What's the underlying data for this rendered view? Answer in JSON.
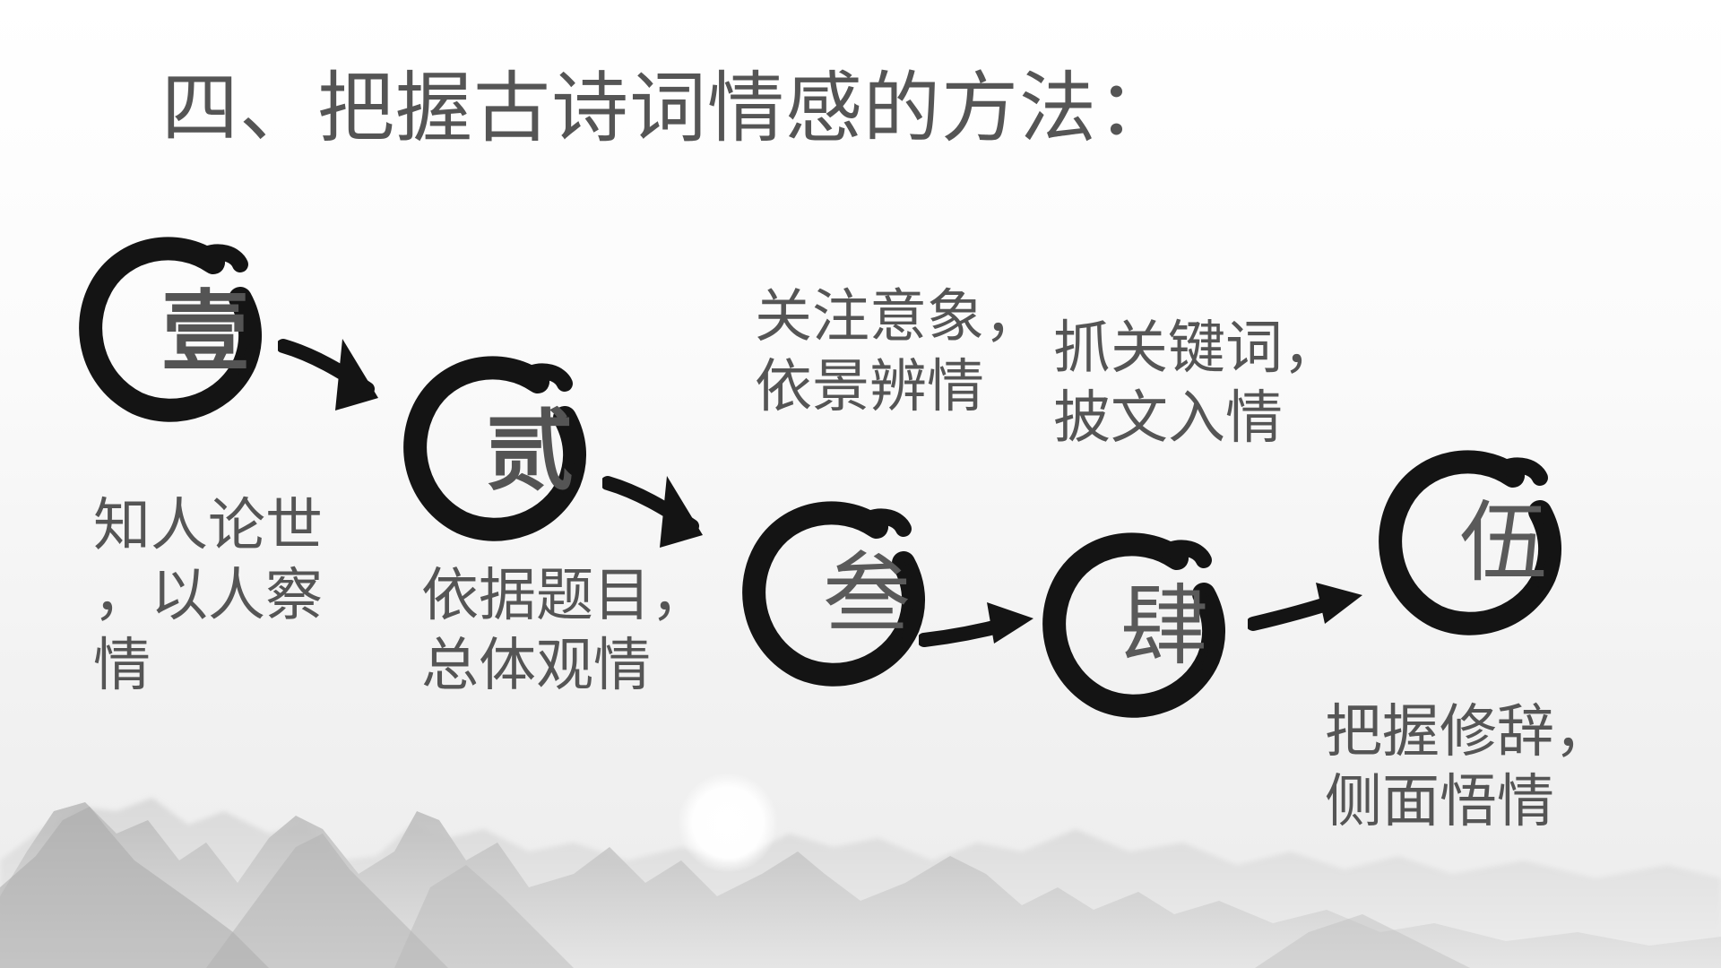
{
  "title": "四、把握古诗词情感的方法：",
  "steps": [
    {
      "numeral": "壹",
      "text": "知人论世\n，以人察\n情"
    },
    {
      "numeral": "贰",
      "text": "依据题目，\n总体观情"
    },
    {
      "numeral": "叁",
      "text": "关注意象，\n依景辨情"
    },
    {
      "numeral": "肆",
      "text": "抓关键词，\n披文入情"
    },
    {
      "numeral": "伍",
      "text": "把握修辞，\n侧面悟情"
    }
  ],
  "colors": {
    "ink": "#141414",
    "text": "#555555",
    "mountain_dark": "#bdbdbd",
    "mountain_light": "#dcdcdc",
    "sun": "#ffffff"
  },
  "icons": {
    "circle": "ink-brush-circle-icon",
    "arrow": "ink-brush-arrow-icon",
    "sun": "sun-icon",
    "mountains": "mountain-range-icon"
  }
}
